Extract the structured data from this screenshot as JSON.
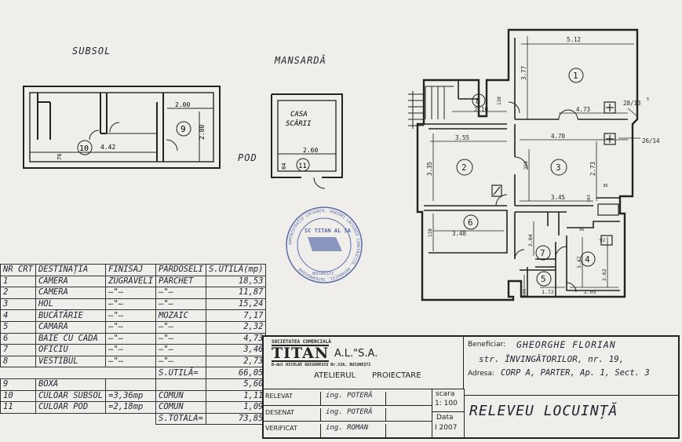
{
  "titles": {
    "subsol": "SUBSOL",
    "mansarda": "MANSARDĂ",
    "pod": "POD"
  },
  "subsol": {
    "dim_width": "2.00",
    "dim_length": "4.42",
    "dim_height": "2.80",
    "dim_small": "76",
    "room_9": "9",
    "room_10": "10"
  },
  "mansarda": {
    "label_line1": "CASA",
    "label_line2": "SCĂRII",
    "dim_width": "2.60",
    "dim_small": "84",
    "room_11": "11"
  },
  "plan": {
    "rooms": [
      "1",
      "2",
      "3",
      "4",
      "5",
      "6",
      "7",
      "8"
    ],
    "dims": {
      "d512": "5.12",
      "d377": "3.77",
      "d473": "4.73",
      "d210": "2.10",
      "d130": "130",
      "d355": "3.55",
      "d470": "4.70",
      "d335": "3.35",
      "d358": "358",
      "d273": "2.73",
      "d345": "3.45",
      "d138": "138",
      "d348": "3.48",
      "d204": "2.04",
      "d347": "3.47",
      "d262": "2.62",
      "d172": "1.72",
      "d205": "2.05",
      "d135": "135",
      "d92": "92",
      "d103": "103",
      "d36": "36",
      "d45": "45"
    },
    "stair_a": "28/13",
    "stair_a_sup": "5",
    "stair_b": "26/14"
  },
  "stamp": {
    "ring_text": "ADMINISTRAȚIE LOCUINȚE, VÂNZĂRI LOCUINȚE CONSTRUCȚII, REPARAȚII, INTERMEDIERE",
    "center": "SC TITAN AL SA",
    "city": "BUCUREȘTI"
  },
  "table": {
    "headers": [
      "NR CRT",
      "DESTINAȚIA",
      "FINISAJ",
      "PARDOSELI",
      "S.UTILĂ(mp)"
    ],
    "rows": [
      [
        "1",
        "CAMERA",
        "ZUGRĂVELI",
        "PARCHET",
        "18,53"
      ],
      [
        "2",
        "CAMERA",
        "—\"—",
        "—\"—",
        "11,87"
      ],
      [
        "3",
        "HOL",
        "—\"—",
        "—\"—",
        "15,24"
      ],
      [
        "4",
        "BUCĂTĂRIE",
        "—\"—",
        "MOZAIC",
        "7,17"
      ],
      [
        "5",
        "CĂMARĂ",
        "—\"—",
        "—\"—",
        "2,32"
      ],
      [
        "6",
        "BAIE CU CADĂ",
        "—\"—",
        "—\"—",
        "4,73"
      ],
      [
        "7",
        "OFICIU",
        "—\"—",
        "—\"—",
        "3,46"
      ],
      [
        "8",
        "VESTIBUL",
        "—\"—",
        "—\"—",
        "2,73"
      ]
    ],
    "sutila_label": "S.UTILĂ=",
    "sutila_value": "66,05",
    "extra_rows": [
      [
        "9",
        "BOXĂ",
        "",
        "",
        "5,60"
      ],
      [
        "10",
        "CULOAR SUBSOL",
        "=3,36mp",
        "COMUN",
        "1,11"
      ],
      [
        "11",
        "CULOAR POD",
        "=2,18mp",
        "COMUN",
        "1,09"
      ]
    ],
    "stotala_label": "S.TOTALĂ=",
    "stotala_value": "73,85"
  },
  "titleblock": {
    "company_small": "SOCIETATEA COMERCIALĂ",
    "company": "TITAN",
    "company_suffix": "A.L.\"S.A.",
    "address": "B-dul NICOLAE GRIGORESCU Nr.53A, BUCUREȘTI",
    "atelier": "ATELIERUL",
    "proiectare": "PROIECTARE",
    "rows": [
      {
        "role": "RELEVAT",
        "name": "ing. POTERĂ"
      },
      {
        "role": "DESENAT",
        "name": "ing. POTERĂ"
      },
      {
        "role": "VERIFICAT",
        "name": "ing. ROMAN"
      }
    ],
    "scara_label": "scara",
    "scara_value": "1: 100",
    "data_label": "Data",
    "data_value": "I 2007",
    "beneficiar_label": "Beneficiar:",
    "beneficiar_value": "GHEORGHE FLORIAN",
    "strada": "str. ÎNVINGĂTORILOR, nr. 19,",
    "adresa_label": "Adresa:",
    "adresa_value": "CORP A, PARTER, Ap. 1, Sect. 3",
    "drawing_title": "RELEVEU LOCUINȚĂ"
  },
  "colors": {
    "ink": "#222222",
    "stamp": "#5b6aa8",
    "paper": "#efeeea"
  }
}
